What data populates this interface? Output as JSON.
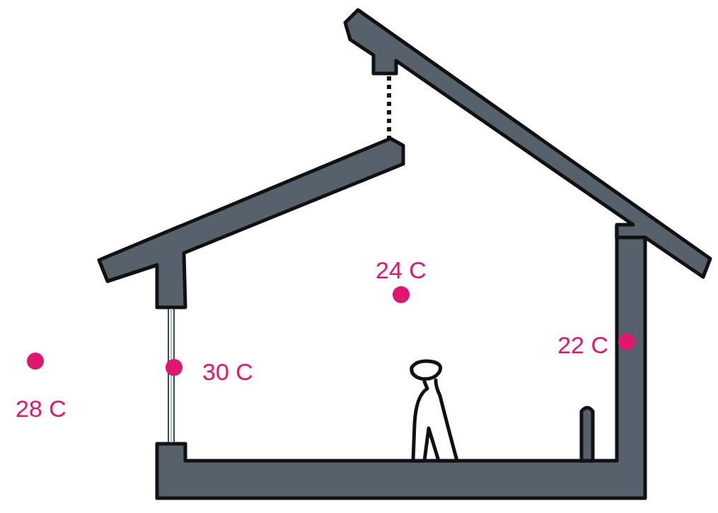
{
  "diagram": {
    "labels": [
      "24 C",
      "22 C",
      "28 C",
      "30 C"
    ]
  }
}
